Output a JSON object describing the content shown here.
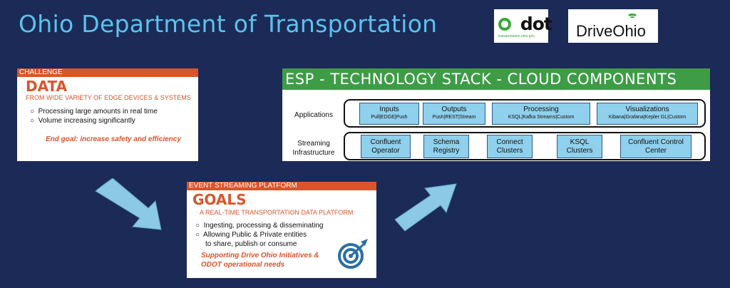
{
  "title": "Ohio Department of Transportation",
  "logos": {
    "odot": {
      "word": "odot",
      "url": "transportation.ohio.gov"
    },
    "driveohio": {
      "word": "DriveOhio"
    }
  },
  "challenge": {
    "header": "CHALLENGE",
    "heading": "DATA",
    "subheading": "FROM WIDE VARIETY OF EDGE DEVICES & SYSTEMS",
    "bullets": [
      "Processing large amounts in real time",
      "Volume increasing significantly"
    ],
    "goal": "End goal: increase safety and efficiency"
  },
  "goals": {
    "header": "EVENT STREAMING PLATFORM",
    "heading": "GOALS",
    "subheading": "A REAL-TIME TRANSPORTATION DATA PLATFORM",
    "bullets": [
      "Ingesting, processing & disseminating",
      "Allowing Public & Private entities",
      "to share, publish or consume"
    ],
    "support": [
      "Supporting Drive Ohio Initiatives &",
      "ODOT operational needs"
    ]
  },
  "stack": {
    "header": "ESP - TECHNOLOGY STACK - CLOUD COMPONENTS",
    "rows": [
      {
        "label": "Applications",
        "boxes": [
          {
            "title": "Inputs",
            "sub": "Pull|EDGE|Push"
          },
          {
            "title": "Outputs",
            "sub": "Push|REST|Stream"
          },
          {
            "title": "Processing",
            "sub": "KSQL|Kafka Streams|Custom"
          },
          {
            "title": "Visualizations",
            "sub": "Kibana|Grafana|Kepler GL|Custom"
          }
        ]
      },
      {
        "label": "Streaming Infrastructure",
        "boxes": [
          {
            "title": "Confluent Operator"
          },
          {
            "title": "Schema Registry"
          },
          {
            "title": "Connect Clusters"
          },
          {
            "title": "KSQL Clusters"
          },
          {
            "title": "Confluent Control Center"
          }
        ]
      }
    ]
  },
  "colors": {
    "background": "#1b2a57",
    "title": "#5cc3ec",
    "accent": "#d9552c",
    "stack_header": "#3e9c47",
    "box": "#8fd0ec",
    "arrow": "#8cc9e6"
  }
}
